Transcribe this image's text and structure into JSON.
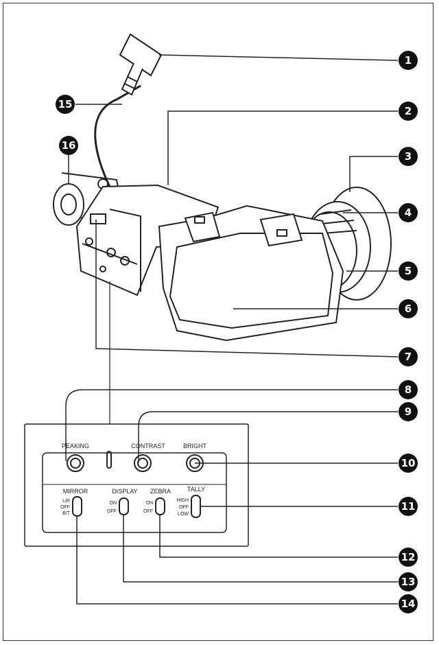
{
  "callouts": {
    "c1": "1",
    "c2": "2",
    "c3": "3",
    "c4": "4",
    "c5": "5",
    "c6": "6",
    "c7": "7",
    "c8": "8",
    "c9": "9",
    "c10": "10",
    "c11": "11",
    "c12": "12",
    "c13": "13",
    "c14": "14",
    "c15": "15",
    "c16": "16"
  },
  "panel": {
    "peaking": "PEAKING",
    "contrast": "CONTRAST",
    "bright": "BRIGHT",
    "mirror": "MIRROR",
    "display": "DISPLAY",
    "zebra": "ZEBRA",
    "tally": "TALLY",
    "mirror_opts": [
      "L/R",
      "OFF",
      "B/T"
    ],
    "display_opts": [
      "ON",
      "OFF"
    ],
    "zebra_opts": [
      "ON",
      "OFF"
    ],
    "tally_opts": [
      "HIGH",
      "OFF",
      "LOW"
    ]
  },
  "colors": {
    "line": "#222222",
    "callout": "#111111",
    "screen": "#ffffff"
  }
}
